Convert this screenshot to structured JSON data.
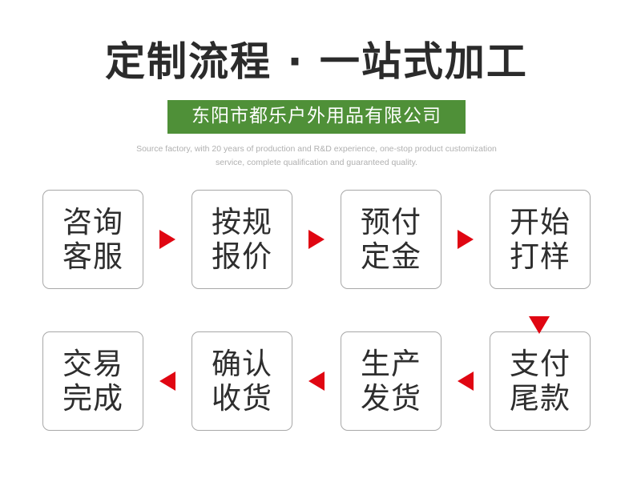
{
  "header": {
    "title": "定制流程 · 一站式加工",
    "company_banner": "东阳市都乐户外用品有限公司",
    "subtitle": "Source factory, with 20 years of production and R&D experience, one-stop product customization service, complete qualification and guaranteed quality.",
    "banner_color": "#4f9038",
    "title_color": "#2b2b2b",
    "subtitle_color": "#b0b0b0"
  },
  "flow": {
    "arrow_color": "#e00612",
    "box_border_color": "#a8a8a8",
    "box_text_color": "#2e2e2e",
    "top_row": [
      {
        "line1": "咨询",
        "line2": "客服"
      },
      {
        "line1": "按规",
        "line2": "报价"
      },
      {
        "line1": "预付",
        "line2": "定金"
      },
      {
        "line1": "开始",
        "line2": "打样"
      }
    ],
    "bottom_row": [
      {
        "line1": "交易",
        "line2": "完成"
      },
      {
        "line1": "确认",
        "line2": "收货"
      },
      {
        "line1": "生产",
        "line2": "发货"
      },
      {
        "line1": "支付",
        "line2": "尾款"
      }
    ]
  }
}
